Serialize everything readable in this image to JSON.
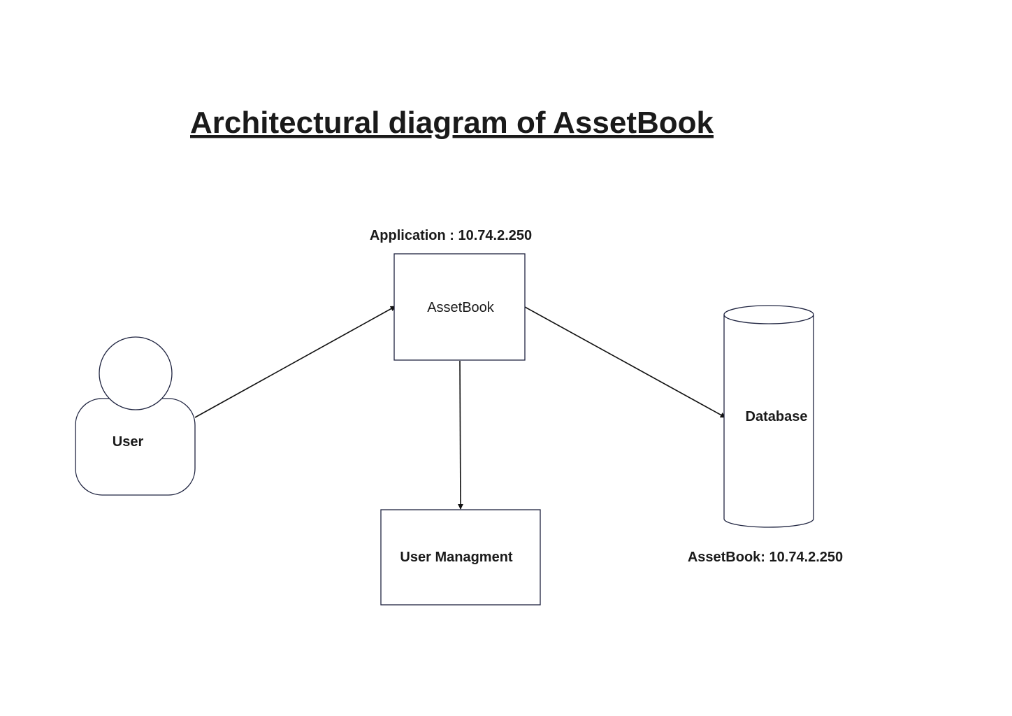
{
  "title": "Architectural diagram of AssetBook",
  "nodes": {
    "user": {
      "label": "User"
    },
    "application": {
      "label": "AssetBook",
      "caption": "Application : 10.74.2.250"
    },
    "database": {
      "label": "Database",
      "caption": "AssetBook: 10.74.2.250"
    },
    "user_management": {
      "label": "User Managment"
    }
  },
  "edges": [
    {
      "from": "user",
      "to": "application"
    },
    {
      "from": "application",
      "to": "database"
    },
    {
      "from": "application",
      "to": "user_management"
    }
  ]
}
